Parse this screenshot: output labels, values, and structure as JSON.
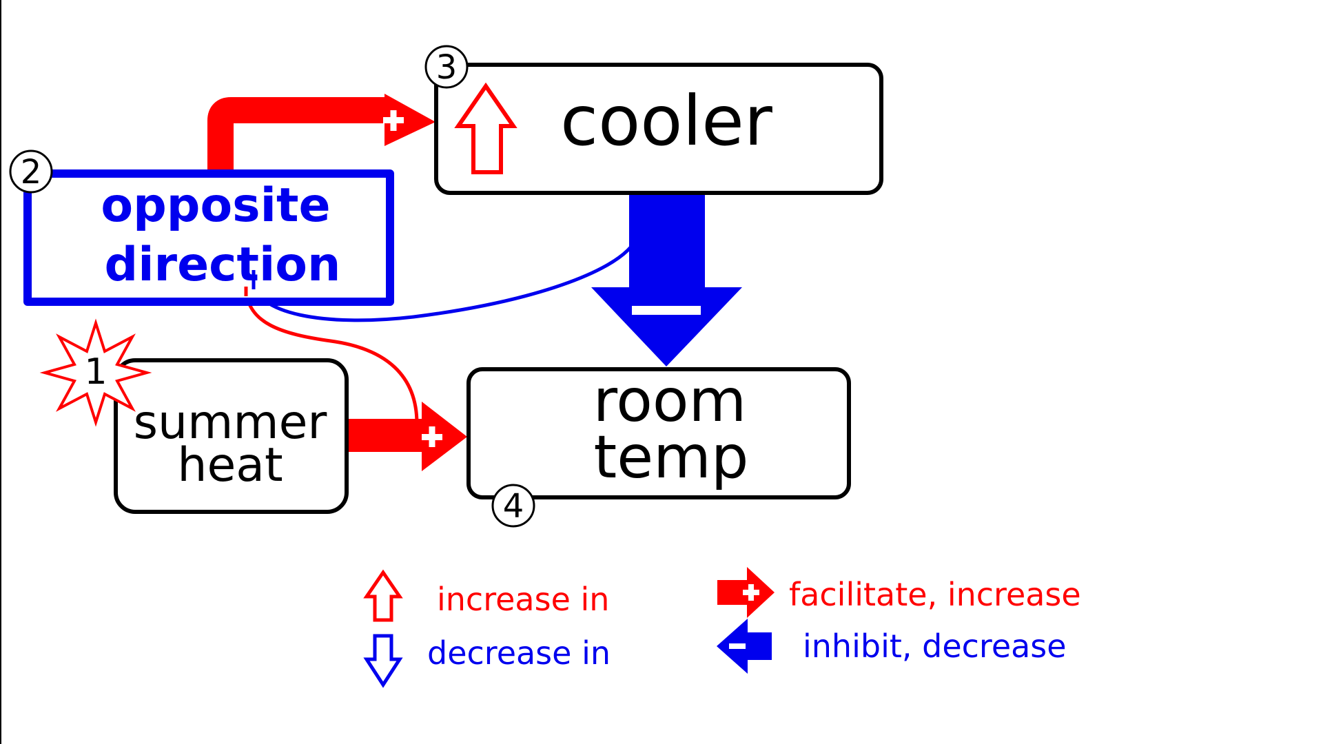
{
  "nodes": {
    "summer_heat": {
      "number": "1",
      "lines": [
        "summer",
        "heat"
      ]
    },
    "opposite_direction": {
      "number": "2",
      "lines": [
        "opposite",
        "direction"
      ]
    },
    "cooler": {
      "number": "3",
      "label": "cooler"
    },
    "room_temp": {
      "number": "4",
      "lines": [
        "room",
        "temp"
      ]
    }
  },
  "edges": [
    {
      "from": "summer_heat",
      "to": "room_temp",
      "effect": "facilitate"
    },
    {
      "from": "opposite_direction",
      "to": "cooler",
      "effect": "facilitate"
    },
    {
      "from": "cooler",
      "to": "room_temp",
      "effect": "inhibit"
    }
  ],
  "legend": {
    "increase": "increase in",
    "decrease": "decrease in",
    "facilitate": "facilitate, increase",
    "inhibit": "inhibit, decrease"
  },
  "colors": {
    "facilitate": "#ff0000",
    "inhibit": "#0000ee",
    "node_border": "#000000",
    "highlight": "#0000ee"
  }
}
